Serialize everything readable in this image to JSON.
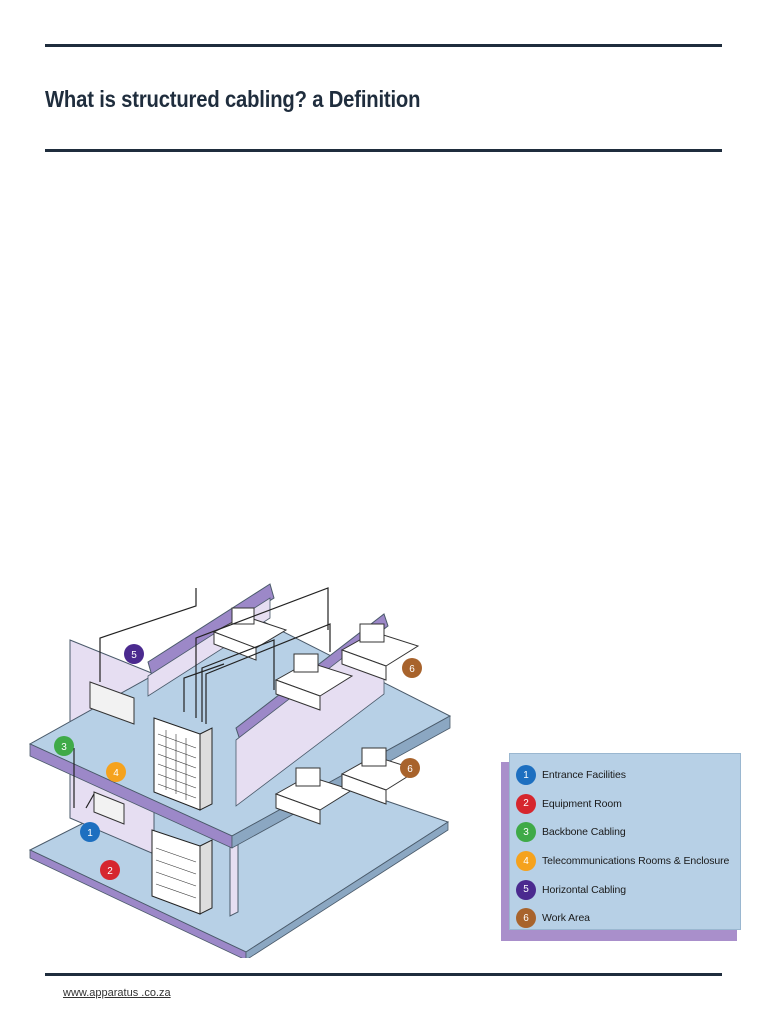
{
  "page": {
    "title": "What is structured cabling? a Definition",
    "footer_link": "www.apparatus .co.za"
  },
  "diagram": {
    "markers": [
      {
        "number": "5",
        "color": "#4b2a8f"
      },
      {
        "number": "6",
        "color": "#a8632c"
      },
      {
        "number": "3",
        "color": "#3faa48"
      },
      {
        "number": "4",
        "color": "#f5a21d"
      },
      {
        "number": "6",
        "color": "#a8632c"
      },
      {
        "number": "1",
        "color": "#1d6fc0"
      },
      {
        "number": "2",
        "color": "#d6262e"
      }
    ]
  },
  "legend": {
    "items": [
      {
        "number": "1",
        "label": "Entrance Facilities",
        "color": "#1d6fc0"
      },
      {
        "number": "2",
        "label": "Equipment Room",
        "color": "#d6262e"
      },
      {
        "number": "3",
        "label": "Backbone Cabling",
        "color": "#3faa48"
      },
      {
        "number": "4",
        "label": "Telecommunications Rooms & Enclosure",
        "color": "#f5a21d"
      },
      {
        "number": "5",
        "label": "Horizontal Cabling",
        "color": "#4b2a8f"
      },
      {
        "number": "6",
        "label": "Work Area",
        "color": "#a8632c"
      }
    ]
  }
}
